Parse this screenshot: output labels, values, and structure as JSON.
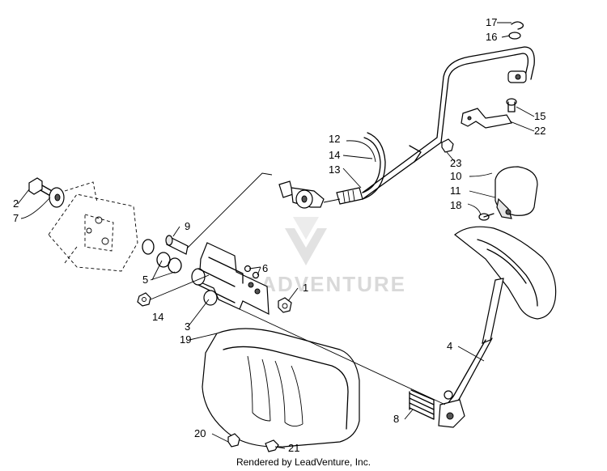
{
  "diagram": {
    "watermark": "LEADVENTURE",
    "callouts": {
      "c1": "1",
      "c2": "2",
      "c3": "3",
      "c4": "4",
      "c5": "5",
      "c6": "6",
      "c7": "7",
      "c8": "8",
      "c9": "9",
      "c10": "10",
      "c11": "11",
      "c12": "12",
      "c13": "13",
      "c14a": "14",
      "c14b": "14",
      "c15": "15",
      "c16": "16",
      "c17": "17",
      "c18": "18",
      "c19": "19",
      "c20": "20",
      "c21": "21",
      "c22": "22",
      "c23": "23"
    }
  },
  "footer": {
    "text": "Rendered by LeadVenture, Inc."
  }
}
